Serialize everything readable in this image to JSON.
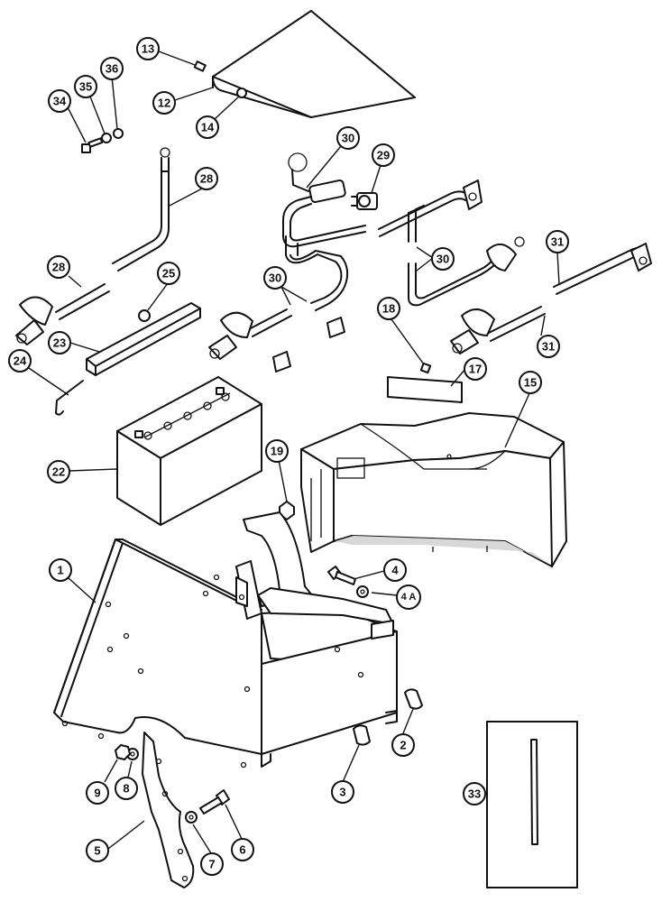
{
  "callouts": {
    "c1": "1",
    "c2": "2",
    "c3": "3",
    "c4": "4",
    "c4a": "4 A",
    "c5": "5",
    "c6": "6",
    "c7": "7",
    "c8": "8",
    "c9": "9",
    "c12": "12",
    "c13": "13",
    "c14": "14",
    "c15": "15",
    "c17": "17",
    "c18": "18",
    "c19": "19",
    "c22": "22",
    "c23": "23",
    "c24": "24",
    "c25": "25",
    "c28a": "28",
    "c28b": "28",
    "c29": "29",
    "c30a": "30",
    "c30b": "30",
    "c30c": "30",
    "c31a": "31",
    "c31b": "31",
    "c33": "33",
    "c34": "34",
    "c35": "35",
    "c36": "36"
  }
}
